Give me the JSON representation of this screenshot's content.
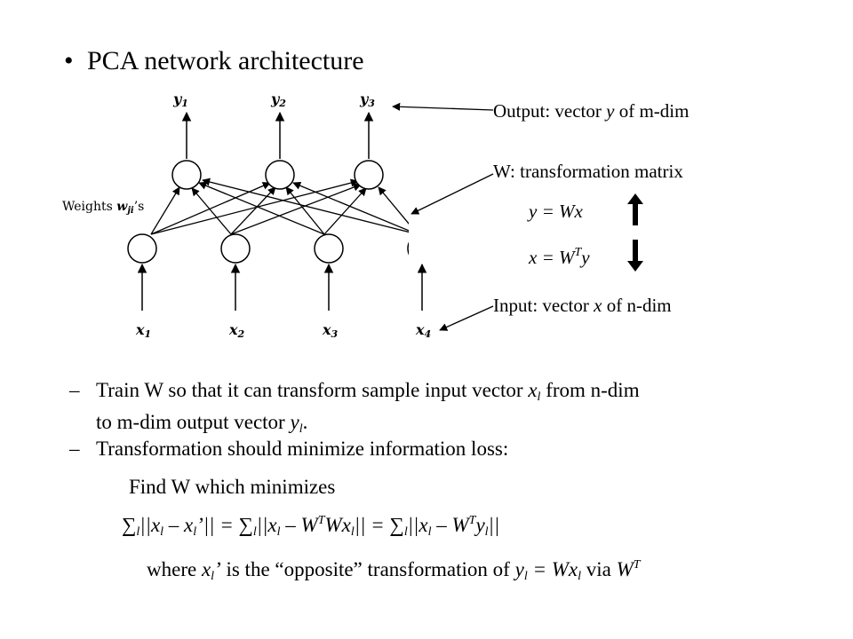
{
  "title": "PCA network architecture",
  "diagram": {
    "outputs": [
      "y1",
      "y2",
      "y3"
    ],
    "inputs": [
      "x1",
      "x2",
      "x3",
      "x4"
    ],
    "weights_label": "Weights w"
  },
  "annotations": {
    "output": "Output: vector y of m-dim",
    "transform": "W: transformation matrix",
    "eq_forward": "y = Wx",
    "eq_backward": "x = WTy",
    "input": "Input: vector x of n-dim"
  },
  "bullets": [
    "Train W so that it can transform sample input vector xl from n-dim to m-dim output vector yl.",
    "Transformation should minimize information loss:"
  ],
  "find_line": "Find W which minimizes",
  "formula": "∑l||xl – xl’|| = ∑l||xl – WTWxl|| = ∑l||xl – WTyl||",
  "where_line": "where xl’ is the “opposite” transformation of yl = Wxl via WT"
}
